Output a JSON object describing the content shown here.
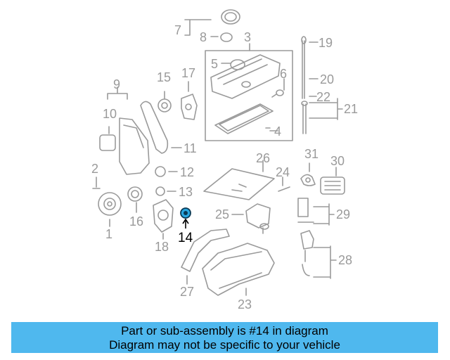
{
  "diagram": {
    "callouts": [
      {
        "id": "1",
        "label": "1"
      },
      {
        "id": "2",
        "label": "2"
      },
      {
        "id": "3",
        "label": "3"
      },
      {
        "id": "4",
        "label": "4"
      },
      {
        "id": "5",
        "label": "5"
      },
      {
        "id": "6",
        "label": "6"
      },
      {
        "id": "7",
        "label": "7"
      },
      {
        "id": "8",
        "label": "8"
      },
      {
        "id": "9",
        "label": "9"
      },
      {
        "id": "10",
        "label": "10"
      },
      {
        "id": "11",
        "label": "11"
      },
      {
        "id": "12",
        "label": "12"
      },
      {
        "id": "13",
        "label": "13"
      },
      {
        "id": "14",
        "label": "14"
      },
      {
        "id": "15",
        "label": "15"
      },
      {
        "id": "16",
        "label": "16"
      },
      {
        "id": "17",
        "label": "17"
      },
      {
        "id": "18",
        "label": "18"
      },
      {
        "id": "19",
        "label": "19"
      },
      {
        "id": "20",
        "label": "20"
      },
      {
        "id": "21",
        "label": "21"
      },
      {
        "id": "22",
        "label": "22"
      },
      {
        "id": "23",
        "label": "23"
      },
      {
        "id": "24",
        "label": "24"
      },
      {
        "id": "25",
        "label": "25"
      },
      {
        "id": "26",
        "label": "26"
      },
      {
        "id": "27",
        "label": "27"
      },
      {
        "id": "28",
        "label": "28"
      },
      {
        "id": "29",
        "label": "29"
      },
      {
        "id": "30",
        "label": "30"
      },
      {
        "id": "31",
        "label": "31"
      }
    ],
    "highlighted_part": "14",
    "highlight_color": "#2aa7e0",
    "line_color": "#9a9a9a"
  },
  "caption": {
    "line1": "Part or sub-assembly is #14 in diagram",
    "line2": "Diagram may not be specific to your vehicle",
    "background": "#4fb8ee"
  }
}
